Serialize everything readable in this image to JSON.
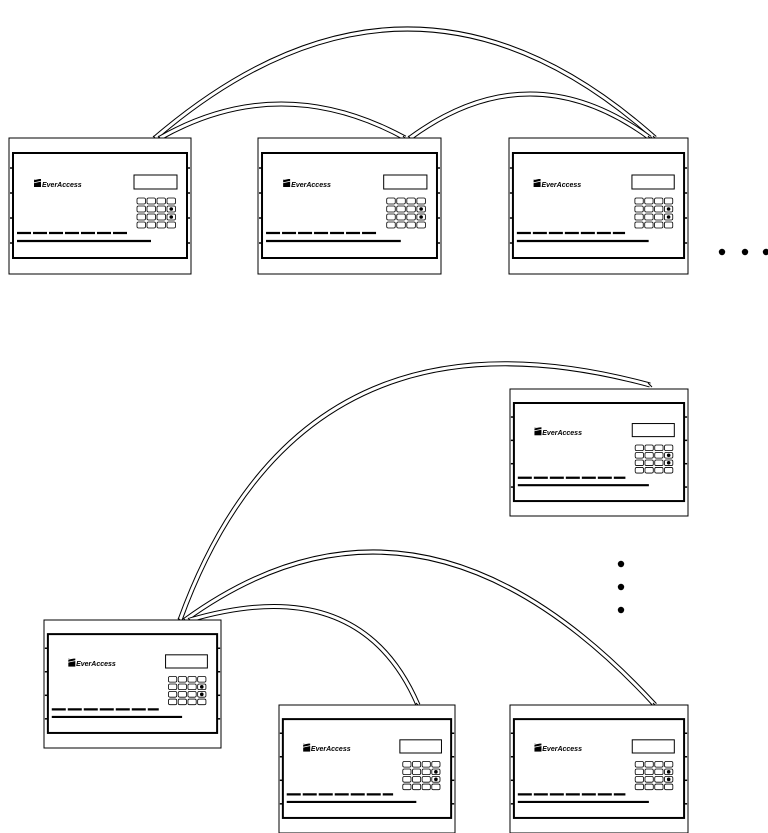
{
  "diagram": {
    "brand_label": "EverAccess",
    "colors": {
      "stroke": "#000000",
      "background": "#ffffff",
      "panel": "#ffffff"
    },
    "top_daisy_chain": {
      "controllers": [
        "controller-a",
        "controller-b",
        "controller-c"
      ],
      "continuation": "dots-horizontal"
    },
    "bottom_star": {
      "hub": "controller-hub",
      "spokes": [
        "controller-spoke-1",
        "controller-spoke-2",
        "controller-spoke-3"
      ],
      "continuation": "dots-vertical"
    }
  }
}
